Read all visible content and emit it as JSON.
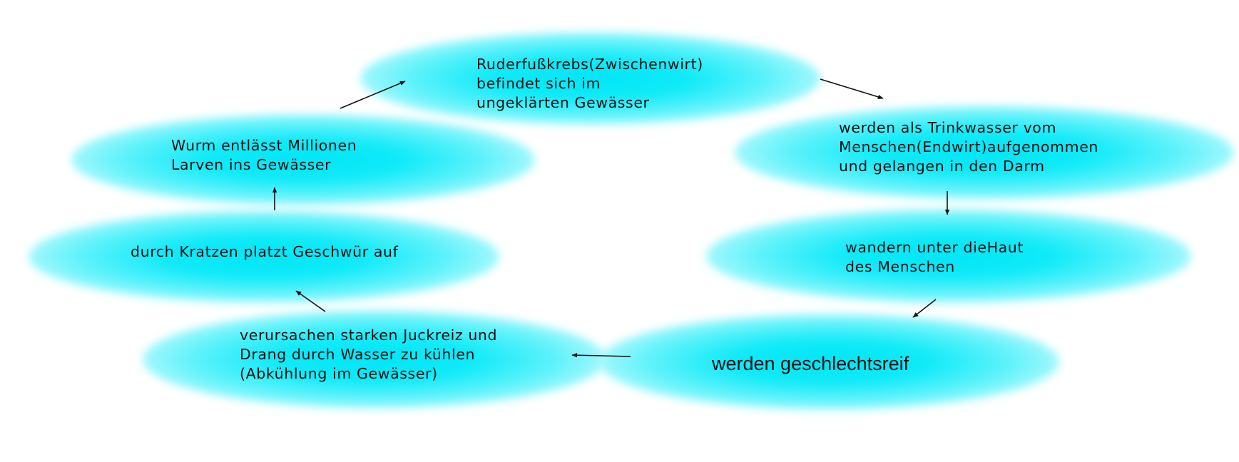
{
  "nodes": {
    "zwischenwirt": "Ruderfußkrebs(Zwischenwirt)\nbefindet sich im\nungeklärten Gewässer",
    "trinkwasser": "werden als Trinkwasser vom\nMenschen(Endwirt)aufgenommen\nund gelangen in den Darm",
    "haut": "wandern unter dieHaut\ndes Menschen",
    "geschlechtsreif": "werden geschlechtsreif",
    "juckreiz": "verursachen starken Juckreiz und\nDrang durch Wasser zu kühlen\n(Abkühlung im Gewässer)",
    "geschwuer": "durch Kratzen platzt Geschwür auf",
    "larven": "Wurm entlässt Millionen\nLarven ins Gewässer"
  },
  "colors": {
    "blob": "#00e6f6",
    "text": "#111111",
    "arrow": "#111111"
  }
}
